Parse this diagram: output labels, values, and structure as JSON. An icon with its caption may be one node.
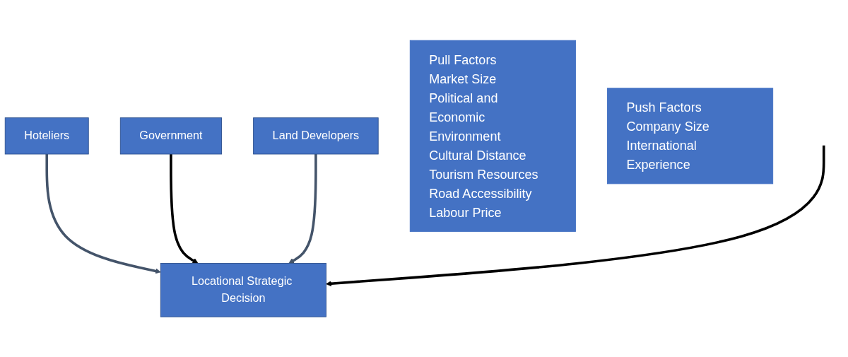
{
  "diagram": {
    "nodes": [
      {
        "text": [
          "Hoteliers"
        ]
      },
      {
        "text": [
          "Government"
        ]
      },
      {
        "text": [
          "Land Developers"
        ]
      },
      {
        "text": [
          "Locational Strategic Decision"
        ]
      },
      {
        "text": [
          "Pull Factors",
          "Market Size",
          "Political and Economic Environment",
          "Cultural Distance",
          "Tourism Resources",
          "Road Accessibility",
          "Labour Price"
        ]
      },
      {
        "text": [
          "Push Factors",
          "Company Size",
          "International Experience"
        ]
      }
    ],
    "edges": [
      {
        "from": 0,
        "to": 3,
        "arrow": "to",
        "color": "#44546a"
      },
      {
        "from": 1,
        "to": 3,
        "arrow": "to",
        "color": "#000000"
      },
      {
        "from": 2,
        "to": 3,
        "arrow": "to",
        "color": "#44546a"
      },
      {
        "from": null,
        "to": 3,
        "arrow": "to",
        "color": "#000000"
      }
    ]
  }
}
